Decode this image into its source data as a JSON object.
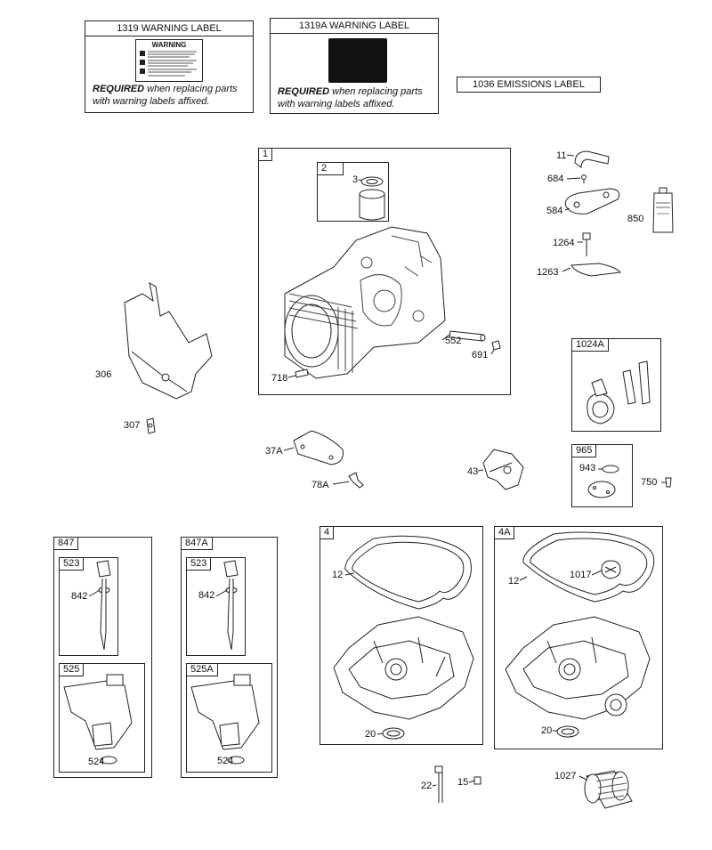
{
  "warning_1319": {
    "title": "1319 WARNING LABEL",
    "sticker_heading": "WARNING",
    "req_bold": "REQUIRED",
    "req_rest": " when replacing parts",
    "req_line2": "with warning labels affixed."
  },
  "warning_1319A": {
    "title": "1319A WARNING LABEL",
    "req_bold": "REQUIRED",
    "req_rest": " when replacing parts",
    "req_line2": "with warning labels affixed."
  },
  "emissions_label": "1036 EMISSIONS LABEL",
  "groups": {
    "g1": "1",
    "g2": "2",
    "g1024A": "1024A",
    "g965": "965",
    "g847": "847",
    "g847A": "847A",
    "g523a": "523",
    "g523b": "523",
    "g525": "525",
    "g525A": "525A",
    "g4": "4",
    "g4A": "4A"
  },
  "parts": {
    "p3": "3",
    "p11": "11",
    "p684": "684",
    "p584": "584",
    "p850": "850",
    "p1264": "1264",
    "p1263": "1263",
    "p306": "306",
    "p307": "307",
    "p552": "552",
    "p691": "691",
    "p718": "718",
    "p37A": "37A",
    "p78A": "78A",
    "p43": "43",
    "p943": "943",
    "p750": "750",
    "p842a": "842",
    "p842b": "842",
    "p524a": "524",
    "p524b": "524",
    "p12a": "12",
    "p12b": "12",
    "p1017": "1017",
    "p20a": "20",
    "p20b": "20",
    "p22": "22",
    "p15": "15",
    "p1027": "1027"
  }
}
